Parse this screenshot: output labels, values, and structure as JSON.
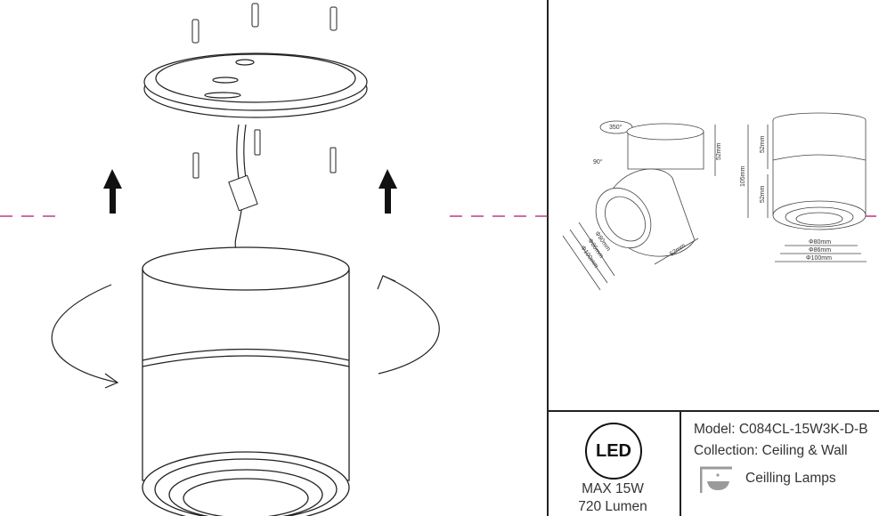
{
  "dimensions": {
    "rotate_horizontal": "350°",
    "rotate_vertical": "90°",
    "head_height": "52mm",
    "total_height": "105mm",
    "upper_height": "52mm",
    "lower_height": "52mm",
    "tilted_depth": "52mm",
    "d80": "Φ80mm",
    "d86": "Φ86mm",
    "d100": "Φ100mm"
  },
  "spec": {
    "led_logo": "LED",
    "max_power": "MAX 15W",
    "lumen": "720 Lumen",
    "model": "Model: C084CL-15W3K-D-B",
    "collection": "Collection: Ceiling & Wall",
    "category": "Ceilling Lamps"
  },
  "colors": {
    "guide_line": "#b0186a",
    "icon_gray": "#9a9a9a"
  }
}
